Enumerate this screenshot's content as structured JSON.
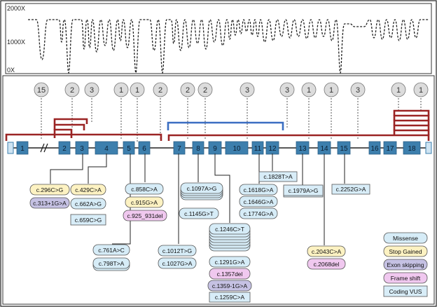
{
  "coverage": {
    "y_ticks": [
      "2000X",
      "1000X",
      "0X"
    ]
  },
  "exons": [
    "1",
    "2",
    "3",
    "4",
    "5",
    "6",
    "7",
    "8",
    "9",
    "10",
    "11",
    "12",
    "13",
    "14",
    "15",
    "16",
    "17",
    "18"
  ],
  "circle_counts": [
    "15",
    "2",
    "3",
    "1",
    "1",
    "2",
    "2",
    "2",
    "3",
    "3",
    "1",
    "1",
    "3",
    "1",
    "1"
  ],
  "variants": {
    "c296": "c.296C>G",
    "c313": "c.313+1G>A",
    "c429": "c.429C>A",
    "c662": "c.662A>G",
    "c659": "c.659C>G",
    "c761": "c.761A>C",
    "c798": "c.798T>A",
    "c858": "c.858C>A",
    "c915": "c.915G>A",
    "c925": "c.925_931del",
    "c1097": "c.1097A>G",
    "c1145": "c.1145G>T",
    "c1012": "c.1012T>G",
    "c1027": "c.1027G>A",
    "c1246": "c.1246C>T",
    "c1291": "c.1291G>A",
    "c1357": "c.1357del",
    "c1359": "c.1359-1G>A",
    "c1259": "c.1259C>A",
    "c1618": "c.1618G>A",
    "c1646": "c.1646G>A",
    "c1774": "c.1774G>A",
    "c1828": "c.1828T>A",
    "c1979": "c.1979A>G",
    "c2252": "c.2252G>A",
    "c2043": "c.2043C>A",
    "c2068": "c.2068del"
  },
  "legend": {
    "missense": "Missense",
    "stop": "Stop Gained",
    "exon_skip": "Exon skipping",
    "frameshift": "Frame shift",
    "vus": "Coding VUS"
  },
  "colors": {
    "missense": "#d6ecf7",
    "stop": "#fdf2c2",
    "exon_skip": "#c5c1e3",
    "frameshift": "#f0c8ef",
    "vus": "#d8edf8",
    "exon": "#3d7fad",
    "bracket_red": "#9b2424",
    "bracket_blue": "#3b6ec2",
    "circle": "#dcdcdc"
  }
}
